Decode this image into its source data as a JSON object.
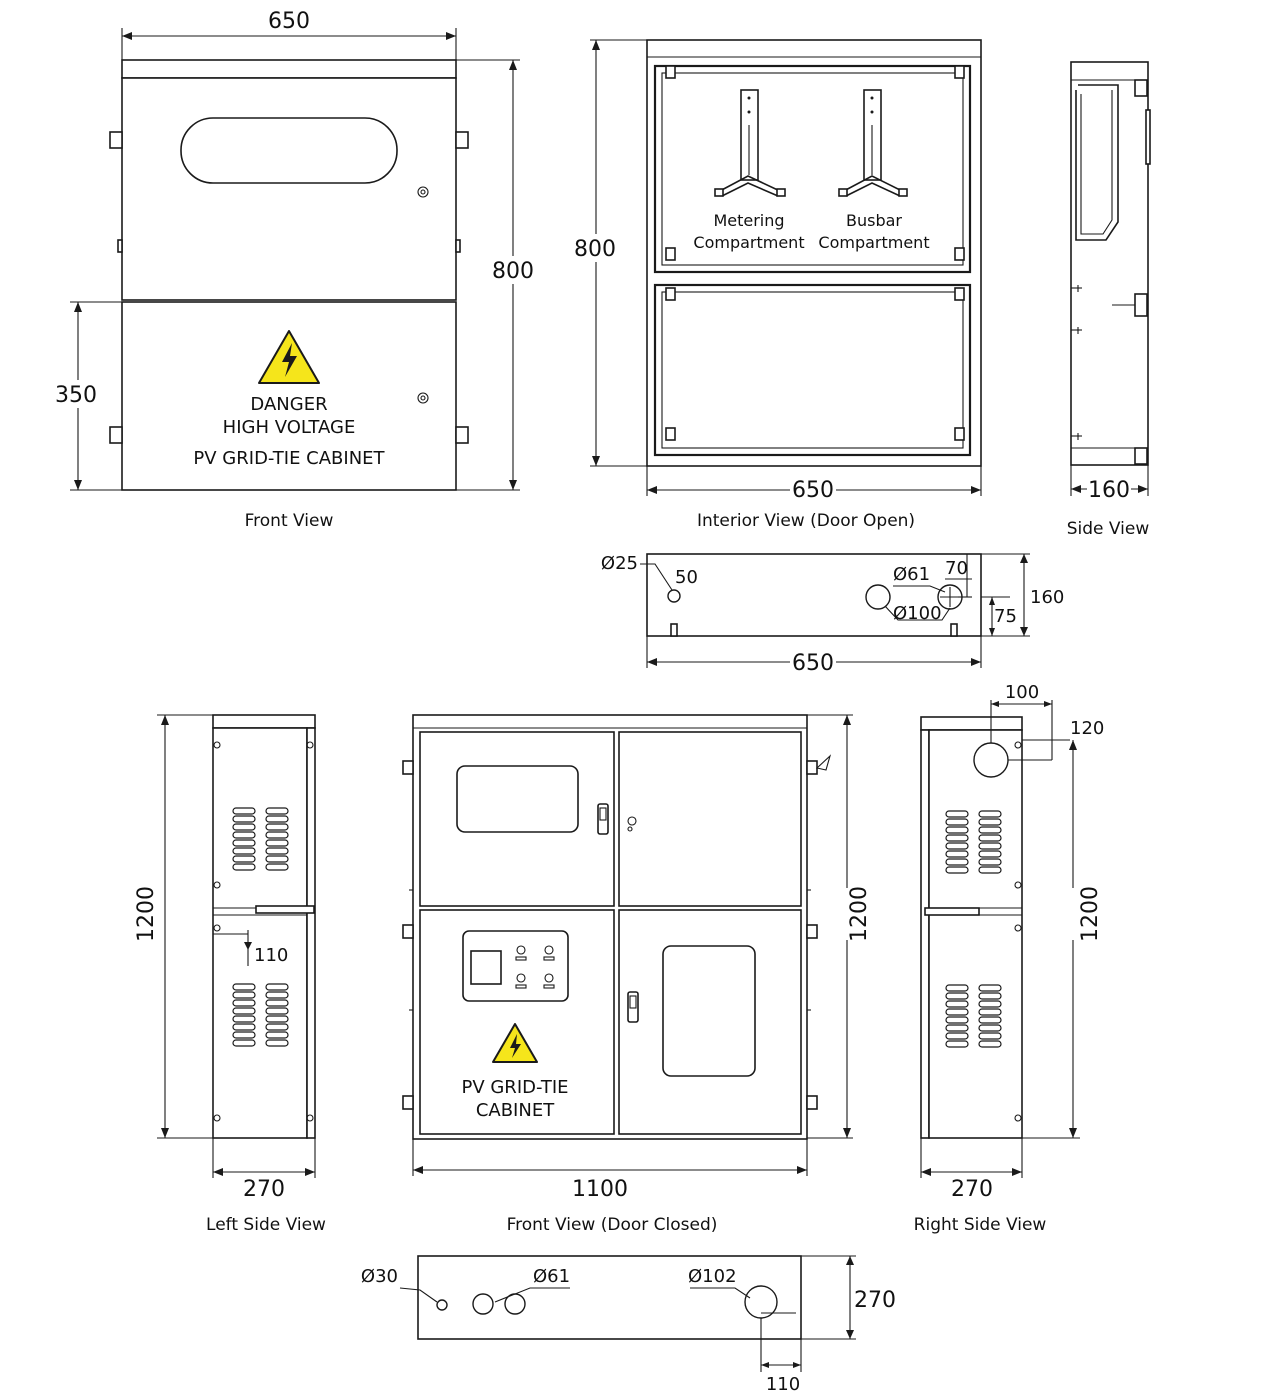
{
  "drawing": {
    "views": {
      "front_small": {
        "caption": "Front View",
        "warning": [
          "DANGER",
          "HIGH VOLTAGE",
          "PV GRID-TIE CABINET"
        ]
      },
      "interior": {
        "caption": "Interior View (Door Open)",
        "compartments": [
          [
            "Metering",
            "Compartment"
          ],
          [
            "Busbar",
            "Compartment"
          ]
        ]
      },
      "side_small": {
        "caption": "Side View"
      },
      "left_side_large": {
        "caption": "Left Side View"
      },
      "front_large": {
        "caption": "Front View (Door Closed)",
        "sign": [
          "PV GRID-TIE",
          "CABINET"
        ]
      },
      "right_side_large": {
        "caption": "Right Side View"
      }
    },
    "dimensions": {
      "front_small": {
        "width": "650",
        "height": "800",
        "lower_height": "350"
      },
      "interior": {
        "height": "800",
        "width": "650"
      },
      "side_small": {
        "depth": "160"
      },
      "bottom_small": {
        "hole_1": "Ø25",
        "hole_1_offset": "50",
        "hole_2": "Ø61",
        "hole_3": "Ø100",
        "offset_x": "70",
        "offset_y": "75",
        "depth": "160",
        "width": "650"
      },
      "left_side_large": {
        "height": "1200",
        "offset": "110",
        "depth": "270"
      },
      "front_large": {
        "height": "1200",
        "width": "1100"
      },
      "right_side_large": {
        "hole_offset_x": "100",
        "hole_offset_y": "120",
        "height": "1200",
        "depth": "270"
      },
      "bottom_large": {
        "hole_1": "Ø30",
        "hole_2": "Ø61",
        "hole_3": "Ø102",
        "depth": "270",
        "offset": "110"
      }
    }
  }
}
